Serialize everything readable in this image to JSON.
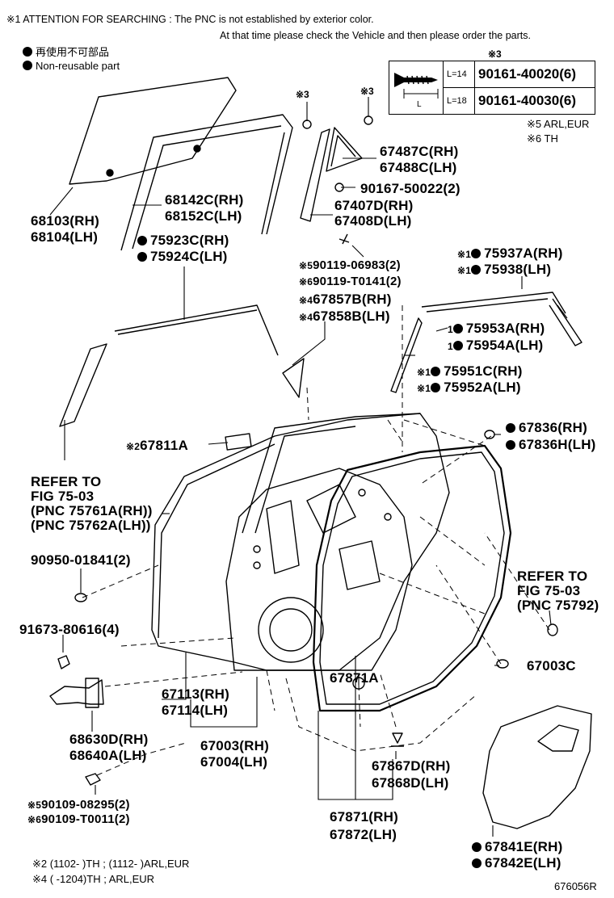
{
  "header": {
    "attention_line1": "※1 ATTENTION FOR SEARCHING : The PNC is not established by exterior color.",
    "attention_line2": "At that time please check the Vehicle and then please order the parts."
  },
  "legend": {
    "item1_jp": "再使用不可部品",
    "item2_en": "Non-reusable part"
  },
  "screw_table": {
    "mark": "※3",
    "dim_label": "L",
    "rows": [
      {
        "length": "L=14",
        "part": "90161-40020(6)"
      },
      {
        "length": "L=18",
        "part": "90161-40030(6)"
      }
    ]
  },
  "notes_right": {
    "n5": "※5 ARL,EUR",
    "n6": "※6 TH"
  },
  "labels": {
    "k3a": "※3",
    "k3b": "※3",
    "p67487": "67487C(RH)",
    "p67488": "67488C(LH)",
    "p90167": "90167-50022(2)",
    "p67407": "67407D(RH)",
    "p67408": "67408D(LH)",
    "p68142": "68142C(RH)",
    "p68152": "68152C(LH)",
    "p68103": "68103(RH)",
    "p68104": "68104(LH)",
    "p75923": "75923C(RH)",
    "p75924": "75924C(LH)",
    "p90119a_mark": "※5",
    "p90119a": "90119-06983(2)",
    "p90119b_mark": "※6",
    "p90119b": "90119-T0141(2)",
    "p67857_mark": "※4",
    "p67857": "67857B(RH)",
    "p67858_mark": "※4",
    "p67858": "67858B(LH)",
    "p75937_mark": "※1",
    "p75937": "75937A(RH)",
    "p75938_mark": "※1",
    "p75938": "75938(LH)",
    "p75953_mark": "1",
    "p75953": "75953A(RH)",
    "p75954_mark": "1",
    "p75954": "75954A(LH)",
    "p75951_mark": "※1",
    "p75951": "75951C(RH)",
    "p75952_mark": "※1",
    "p75952": "75952A(LH)",
    "p67811_mark": "※2",
    "p67811": "67811A",
    "p67836a": "67836(RH)",
    "p67836b": "67836H(LH)",
    "refer1_l1": "REFER TO",
    "refer1_l2": "FIG 75-03",
    "refer1_l3": "(PNC 75761A(RH))",
    "refer1_l4": "(PNC 75762A(LH))",
    "p90950": "90950-01841(2)",
    "refer2_l1": "REFER TO",
    "refer2_l2": "FIG 75-03",
    "refer2_l3": "(PNC 75792)",
    "p91673": "91673-80616(4)",
    "p67003c": "67003C",
    "p67871a": "67871A",
    "p67113": "67113(RH)",
    "p67114": "67114(LH)",
    "p68630": "68630D(RH)",
    "p68640": "68640A(LH)",
    "p67003": "67003(RH)",
    "p67004": "67004(LH)",
    "p67867": "67867D(RH)",
    "p67868": "67868D(LH)",
    "p90109a_mark": "※5",
    "p90109a": "90109-08295(2)",
    "p90109b_mark": "※6",
    "p90109b": "90109-T0011(2)",
    "p67871": "67871(RH)",
    "p67872": "67872(LH)",
    "p67841": "67841E(RH)",
    "p67842": "67842E(LH)"
  },
  "footer": {
    "note2": "※2 (1102-      )TH ; (1112-      )ARL,EUR",
    "note4": "※4 (      -1204)TH ; ARL,EUR",
    "fig_id": "676056R"
  }
}
